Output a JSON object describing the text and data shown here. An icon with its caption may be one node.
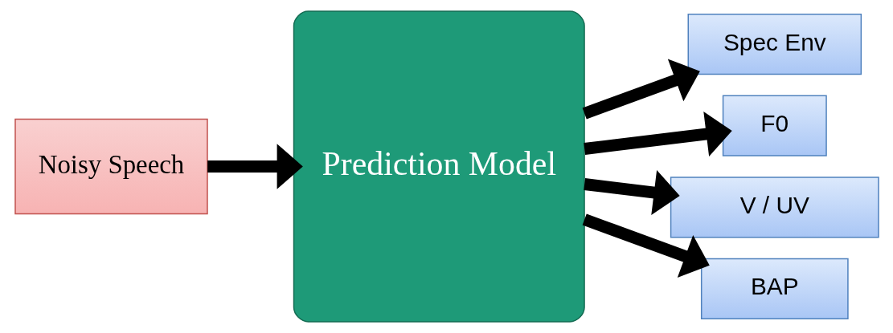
{
  "diagram": {
    "nodes": [
      {
        "text": [
          "Noisy Speech"
        ]
      },
      {
        "text": [
          "Prediction Model"
        ]
      },
      {
        "text": [
          "Spec Env"
        ]
      },
      {
        "text": [
          "F0"
        ]
      },
      {
        "text": [
          "V / UV"
        ]
      },
      {
        "text": [
          "BAP"
        ]
      }
    ],
    "edges": [
      {
        "from": 0,
        "to": 1,
        "arrow": "to"
      },
      {
        "from": 1,
        "to": 2,
        "arrow": "to"
      },
      {
        "from": 1,
        "to": 3,
        "arrow": "to"
      },
      {
        "from": 1,
        "to": 4,
        "arrow": "to"
      },
      {
        "from": 1,
        "to": 5,
        "arrow": "to"
      }
    ]
  }
}
